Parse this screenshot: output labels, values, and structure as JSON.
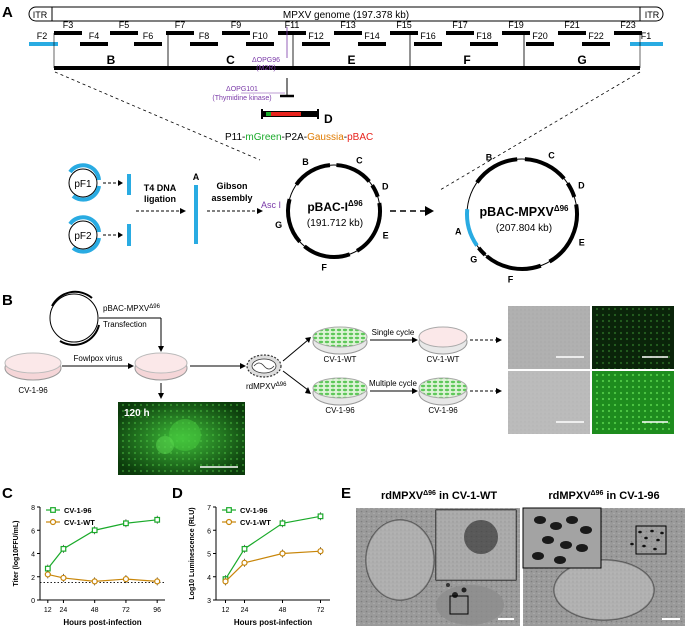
{
  "panel_labels": {
    "a": "A",
    "b": "B",
    "c": "C",
    "d": "D",
    "e": "E"
  },
  "panelA": {
    "itr_left": "ITR",
    "itr_right": "ITR",
    "genome_label": "MPXV genome (197.378 kb)",
    "fragments_top": [
      "F3",
      "F5",
      "F7",
      "F9",
      "F11",
      "F13",
      "F15",
      "F17",
      "F19",
      "F21",
      "F23"
    ],
    "fragments_bottom": [
      "F2",
      "F4",
      "F6",
      "F8",
      "F10",
      "F12",
      "F14",
      "F16",
      "F18",
      "F20",
      "F22",
      "F1"
    ],
    "segments": [
      "B",
      "C",
      "E",
      "F",
      "G"
    ],
    "deletion_opg96": "ΔOPG96",
    "deletion_opg96_note": "(M2R)",
    "deletion_opg101": "ΔOPG101",
    "deletion_opg101_note": "(Thymidine kinase)",
    "segment_d": "D",
    "cassette": {
      "p11": "P11-",
      "mgreen": "mGreen",
      "p2a": "-P2A-",
      "gaussia": "Gaussia",
      "dash": "-",
      "pbac": "pBAC"
    },
    "pf1": "pF1",
    "pf2": "pF2",
    "segment_a": "A",
    "t4_line1": "T4 DNA",
    "t4_line2": "ligation",
    "gibson_line1": "Gibson",
    "gibson_line2": "assembly",
    "asci": "Asc I",
    "pbac_i_name": "pBAC-I",
    "pbac_i_sup": "Δ96",
    "pbac_i_size": "(191.712 kb)",
    "ring1_labels": [
      "B",
      "C",
      "D",
      "E",
      "F",
      "G"
    ],
    "pbac_mpxv_name": "pBAC-MPXV",
    "pbac_mpxv_sup": "Δ96",
    "pbac_mpxv_size": "(207.804 kb)",
    "ring2_labels": [
      "A",
      "B",
      "C",
      "D",
      "E",
      "F",
      "G"
    ]
  },
  "panelB": {
    "plasmid_label": "pBAC-MPXV",
    "plasmid_sup": "Δ96",
    "transfection": "Transfection",
    "fowlpox": "Fowlpox virus",
    "cv196": "CV-1-96",
    "micro_label": "120 h",
    "virus": "rdMPXV",
    "virus_sup": "Δ96",
    "cvwt_1": "CV-1-WT",
    "cvwt_2": "CV-1-WT",
    "cv196_1": "CV-1-96",
    "cv196_2": "CV-1-96",
    "single_cycle": "Single cycle",
    "multiple_cycle": "Multiple cycle"
  },
  "colors": {
    "cyan": "#29abe2",
    "green": "#1aaa2a",
    "gaussia": "#e07b00",
    "pbac_red": "#e8231d",
    "purple": "#7a3aa8",
    "wt_line": "#c8860a"
  },
  "chart_data": [
    {
      "type": "line",
      "panel": "C",
      "x": [
        12,
        24,
        48,
        72,
        96
      ],
      "xlabel": "Hours post-infection",
      "ylabel": "Titer (log10FFU/mL)",
      "xticks": [
        "12",
        "24",
        "48",
        "72",
        "96"
      ],
      "yticks": [
        "0",
        "2",
        "4",
        "6",
        "8"
      ],
      "ylim": [
        0,
        8
      ],
      "series": [
        {
          "name": "CV-1-96",
          "values": [
            2.7,
            4.4,
            6.0,
            6.6,
            6.9
          ]
        },
        {
          "name": "CV-1-WT",
          "values": [
            2.2,
            1.9,
            1.6,
            1.8,
            1.6
          ]
        }
      ],
      "dotted_line": 1.5,
      "legend": "top-left"
    },
    {
      "type": "line",
      "panel": "D",
      "x": [
        12,
        24,
        48,
        72
      ],
      "xlabel": "Hours post-infection",
      "ylabel": "Log10 Luminescence (RLU)",
      "xticks": [
        "12",
        "24",
        "48",
        "72"
      ],
      "yticks": [
        "3",
        "4",
        "5",
        "6",
        "7"
      ],
      "ylim": [
        3,
        7
      ],
      "series": [
        {
          "name": "CV-1-96",
          "values": [
            3.9,
            5.2,
            6.3,
            6.6
          ]
        },
        {
          "name": "CV-1-WT",
          "values": [
            3.8,
            4.6,
            5.0,
            5.1
          ]
        }
      ],
      "legend": "top-left"
    }
  ],
  "panelE": {
    "title_left_main": "rdMPXV",
    "title_left_sup": "Δ96",
    "title_left_rest": " in CV-1-WT",
    "title_right_main": "rdMPXV",
    "title_right_sup": "Δ96",
    "title_right_rest": " in CV-1-96"
  }
}
